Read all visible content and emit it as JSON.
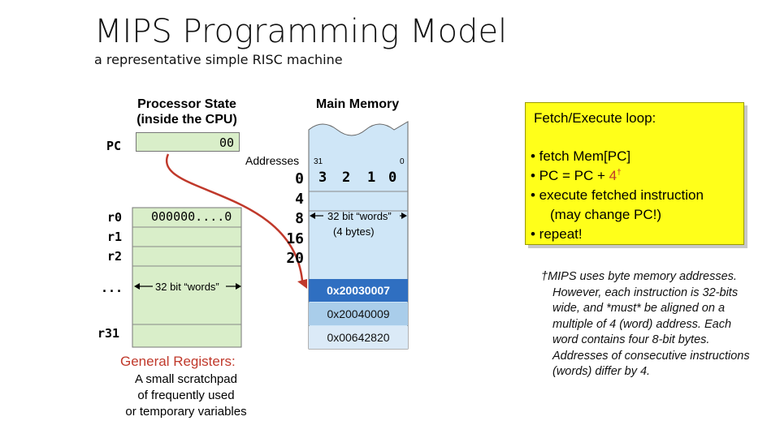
{
  "title": "MIPS Programming Model",
  "subtitle": "a representative simple RISC machine",
  "processor": {
    "header_line1": "Processor State",
    "header_line2": "(inside the CPU)",
    "pc_label": "PC",
    "pc_value": "00",
    "r0_label": "r0",
    "r1_label": "r1",
    "r2_label": "r2",
    "dots_label": "...",
    "r31_label": "r31",
    "reg_value": "000000....0",
    "reg_width_label": "32 bit “words”",
    "general_title": "General Registers:",
    "general_desc_1": "A small scratchpad",
    "general_desc_2": "of frequently used",
    "general_desc_3": "or temporary variables"
  },
  "memory": {
    "header": "Main Memory",
    "addresses_label": "Addresses",
    "bit_high": "31",
    "bit_low": "0",
    "byte_numbers": [
      "3",
      "2",
      "1",
      "0"
    ],
    "addresses": [
      "0",
      "4",
      "8",
      "16",
      "20"
    ],
    "word_label": "32 bit “words”",
    "bytes_label": "(4 bytes)",
    "instructions": [
      "0x20030007",
      "0x20040009",
      "0x00642820"
    ]
  },
  "fetch": {
    "title": "Fetch/Execute loop:",
    "bullet_1": "• fetch Mem[PC]",
    "bullet_2a": "• PC = PC + ",
    "bullet_2b": "4",
    "bullet_2c": "†",
    "bullet_3": "• execute fetched instruction",
    "bullet_3b": "(may change PC!)",
    "bullet_4": "• repeat!"
  },
  "footnote": {
    "line1": "†MIPS uses byte memory addresses.",
    "line2": "However, each instruction is 32-bits",
    "line3": "wide, and *must* be aligned on a",
    "line4": "multiple of 4 (word) address. Each",
    "line5": "word contains four 8-bit bytes.",
    "line6": "Addresses of consecutive instructions",
    "line7": "(words) differ by 4."
  },
  "colors": {
    "register_fill": "#d9eec9",
    "memory_fill": "#cfe6f7",
    "instruction_fill": "#2f6fc1",
    "fetch_box": "#ffff1a",
    "general_title": "#c0392b",
    "arrow": "#c0392b"
  }
}
